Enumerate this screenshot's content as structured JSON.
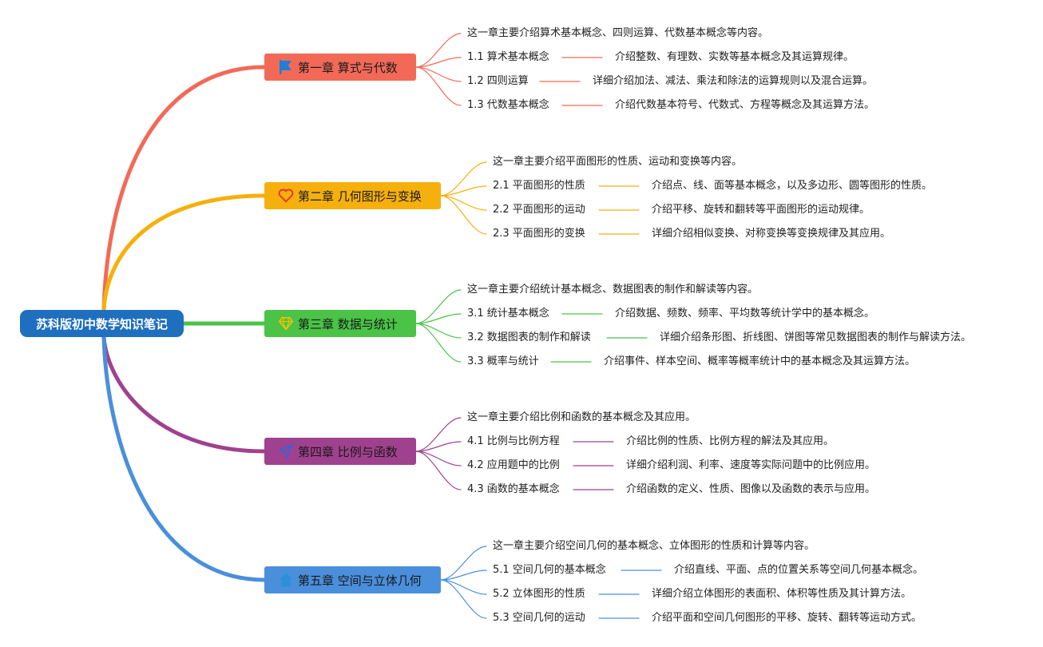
{
  "root": {
    "title": "苏科版初中数学知识笔记",
    "color": "#1f6fbf"
  },
  "chapters": [
    {
      "title": "第一章 算式与代数",
      "color": "#f26a57",
      "icon": "flag-icon",
      "intro": "这一章主要介绍算术基本概念、四则运算、代数基本概念等内容。",
      "sections": [
        {
          "title": "1.1 算术基本概念",
          "desc": "介绍整数、有理数、实数等基本概念及其运算规律。"
        },
        {
          "title": "1.2 四则运算",
          "desc": "详细介绍加法、减法、乘法和除法的运算规则以及混合运算。"
        },
        {
          "title": "1.3 代数基本概念",
          "desc": "介绍代数基本符号、代数式、方程等概念及其运算方法。"
        }
      ]
    },
    {
      "title": "第二章 几何图形与变换",
      "color": "#f6b00d",
      "icon": "heart-icon",
      "intro": "这一章主要介绍平面图形的性质、运动和变换等内容。",
      "sections": [
        {
          "title": "2.1 平面图形的性质",
          "desc": "介绍点、线、面等基本概念，以及多边形、圆等图形的性质。"
        },
        {
          "title": "2.2 平面图形的运动",
          "desc": "介绍平移、旋转和翻转等平面图形的运动规律。"
        },
        {
          "title": "2.3 平面图形的变换",
          "desc": "详细介绍相似变换、对称变换等变换规律及其应用。"
        }
      ]
    },
    {
      "title": "第三章 数据与统计",
      "color": "#4ac347",
      "icon": "diamond-icon",
      "intro": "这一章主要介绍统计基本概念、数据图表的制作和解读等内容。",
      "sections": [
        {
          "title": "3.1 统计基本概念",
          "desc": "介绍数据、频数、频率、平均数等统计学中的基本概念。"
        },
        {
          "title": "3.2 数据图表的制作和解读",
          "desc": "详细介绍条形图、折线图、饼图等常见数据图表的制作与解读方法。"
        },
        {
          "title": "3.3 概率与统计",
          "desc": "介绍事件、样本空间、概率等概率统计中的基本概念及其运算方法。"
        }
      ]
    },
    {
      "title": "第四章 比例与函数",
      "color": "#a0418f",
      "icon": "paper-plane-icon",
      "intro": "这一章主要介绍比例和函数的基本概念及其应用。",
      "sections": [
        {
          "title": "4.1 比例与比例方程",
          "desc": "介绍比例的性质、比例方程的解法及其应用。"
        },
        {
          "title": "4.2 应用题中的比例",
          "desc": "详细介绍利润、利率、速度等实际问题中的比例应用。"
        },
        {
          "title": "4.3 函数的基本概念",
          "desc": "介绍函数的定义、性质、图像以及函数的表示与应用。"
        }
      ]
    },
    {
      "title": "第五章 空间与立体几何",
      "color": "#4a8fdc",
      "icon": "house-icon",
      "intro": "这一章主要介绍空间几何的基本概念、立体图形的性质和计算等内容。",
      "sections": [
        {
          "title": "5.1 空间几何的基本概念",
          "desc": "介绍直线、平面、点的位置关系等空间几何基本概念。"
        },
        {
          "title": "5.2 立体图形的性质",
          "desc": "详细介绍立体图形的表面积、体积等性质及其计算方法。"
        },
        {
          "title": "5.3 空间几何的运动",
          "desc": "介绍平面和空间几何图形的平移、旋转、翻转等运动方式。"
        }
      ]
    }
  ]
}
